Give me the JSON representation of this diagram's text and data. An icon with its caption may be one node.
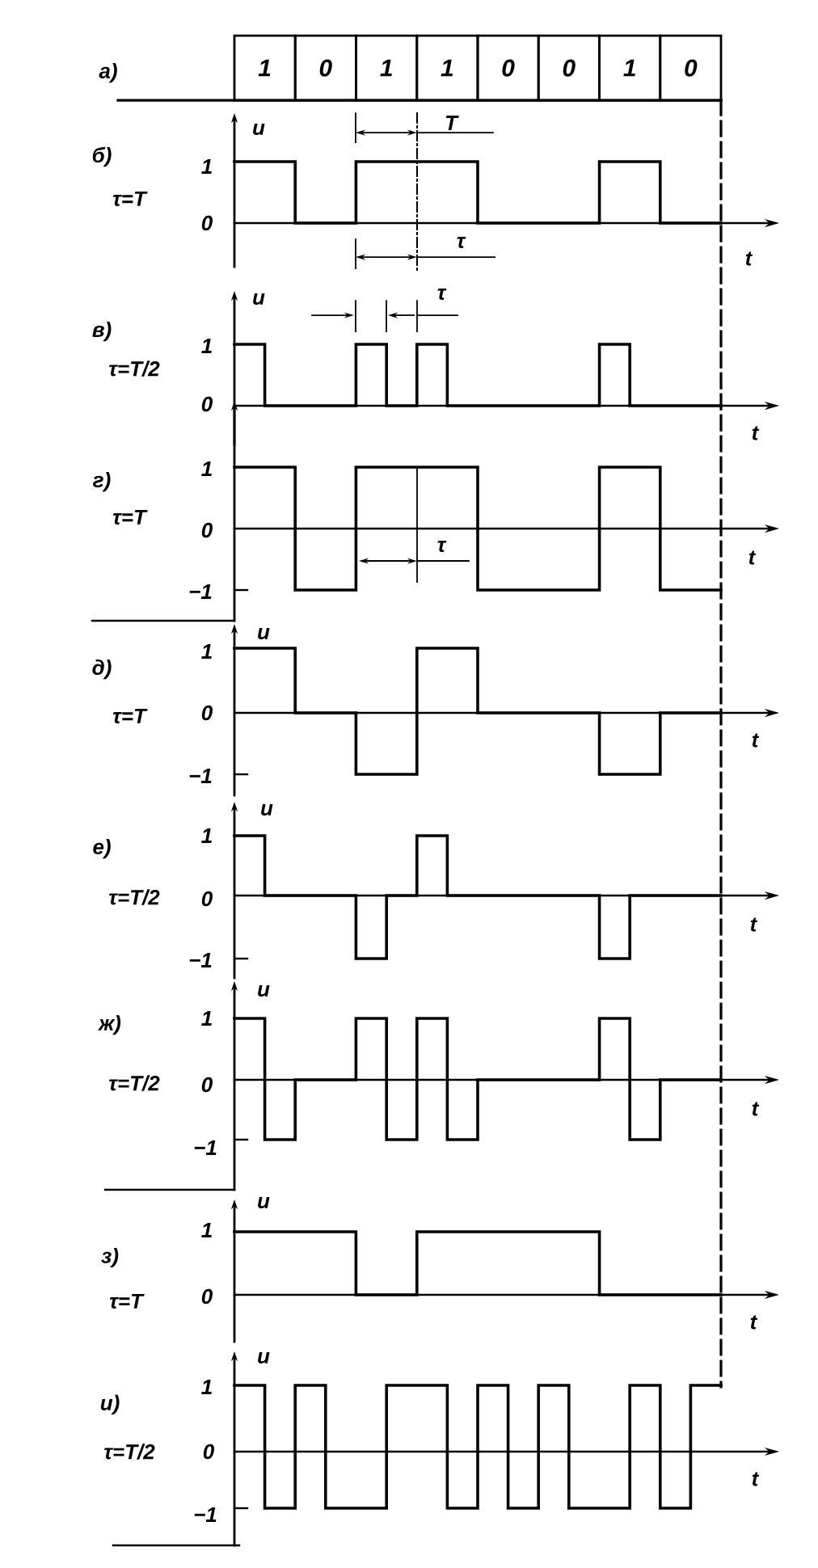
{
  "diagram": {
    "nodes": [
      {
        "text": [
          "1"
        ]
      },
      {
        "text": [
          "0"
        ]
      },
      {
        "text": [
          "1"
        ]
      },
      {
        "text": [
          "1"
        ]
      },
      {
        "text": [
          "0"
        ]
      },
      {
        "text": [
          "0"
        ]
      },
      {
        "text": [
          "1"
        ]
      },
      {
        "text": [
          "0"
        ]
      }
    ],
    "labels": [
      "а)",
      "u",
      "T",
      "б)",
      "1",
      "τ=T",
      "0",
      "τ",
      "t",
      "u",
      "τ",
      "в)",
      "1",
      "τ=T/2",
      "0",
      "t",
      "г)",
      "1",
      "τ=T",
      "0",
      "τ",
      "t",
      "−1",
      "u",
      "д)",
      "1",
      "τ=T",
      "0",
      "t",
      "−1",
      "u",
      "е)",
      "1",
      "τ=T/2",
      "0",
      "t",
      "−1",
      "u",
      "ж)",
      "1",
      "τ=T/2",
      "0",
      "t",
      "−1",
      "u",
      "з)",
      "1",
      "τ=T",
      "0",
      "t",
      "u",
      "и)",
      "1",
      "τ=T/2",
      "0",
      "t",
      "−1"
    ]
  }
}
